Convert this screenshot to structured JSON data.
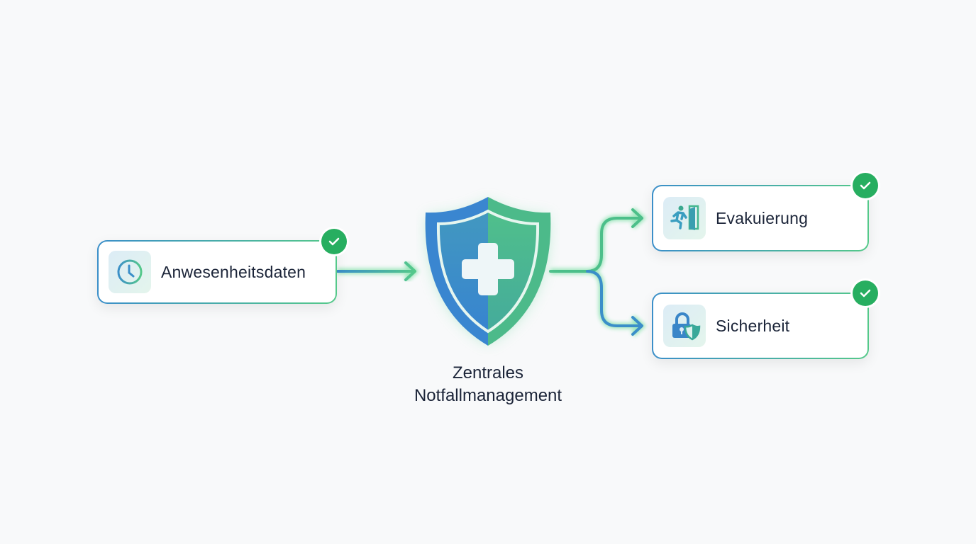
{
  "source_node": {
    "label": "Anwesenheitsdaten",
    "icon": "clock-icon",
    "status": "checked"
  },
  "center_node": {
    "label_line1": "Zentrales",
    "label_line2": "Notfallmanagement",
    "icon": "shield-plus-icon"
  },
  "target_nodes": [
    {
      "label": "Evakuierung",
      "icon": "emergency-exit-icon",
      "status": "checked"
    },
    {
      "label": "Sicherheit",
      "icon": "lock-shield-icon",
      "status": "checked"
    }
  ],
  "colors": {
    "blue": "#3b8fc9",
    "green": "#55c98a",
    "check": "#27ae60",
    "text": "#1b2438"
  }
}
